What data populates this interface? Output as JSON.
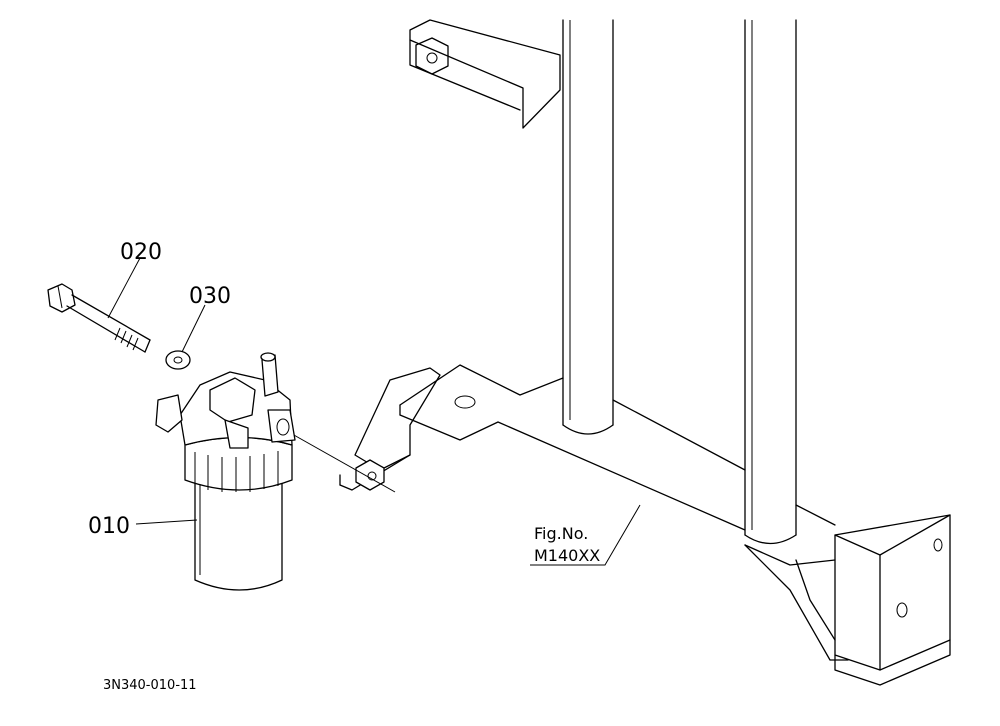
{
  "callouts": [
    {
      "id": "callout-010",
      "text": "010"
    },
    {
      "id": "callout-020",
      "text": "020"
    },
    {
      "id": "callout-030",
      "text": "030"
    }
  ],
  "figure_reference": {
    "line1": "Fig.No.",
    "line2": "M140XX"
  },
  "drawing_code": "3N340-010-11"
}
